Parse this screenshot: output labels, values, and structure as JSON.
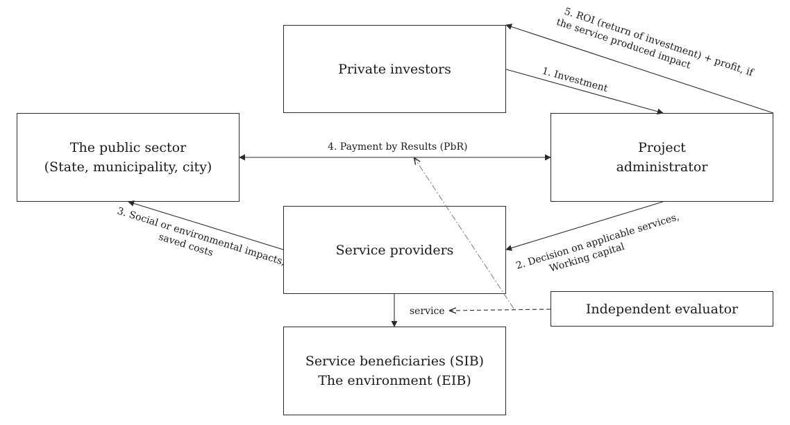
{
  "nodes": {
    "investors": {
      "lines": [
        "Private investors"
      ]
    },
    "public": {
      "lines": [
        "The public sector",
        "(State, municipality, city)"
      ]
    },
    "admin": {
      "lines": [
        "Project",
        "administrator"
      ]
    },
    "providers": {
      "lines": [
        "Service providers"
      ]
    },
    "evaluator": {
      "lines": [
        "Independent evaluator"
      ]
    },
    "beneficiaries": {
      "lines": [
        "Service beneficiaries (SIB)",
        "The environment (EIB)"
      ]
    }
  },
  "edges": {
    "investment": "1. Investment",
    "decision": [
      "2. Decision on applicable services,",
      "Working capital"
    ],
    "impacts": [
      "3. Social or environmental impacts,",
      "saved costs"
    ],
    "pbr": "4. Payment by Results (PbR)",
    "roi": [
      "5. ROI (return of investment) + profit, if",
      "the service produced impact"
    ],
    "service": "service"
  }
}
